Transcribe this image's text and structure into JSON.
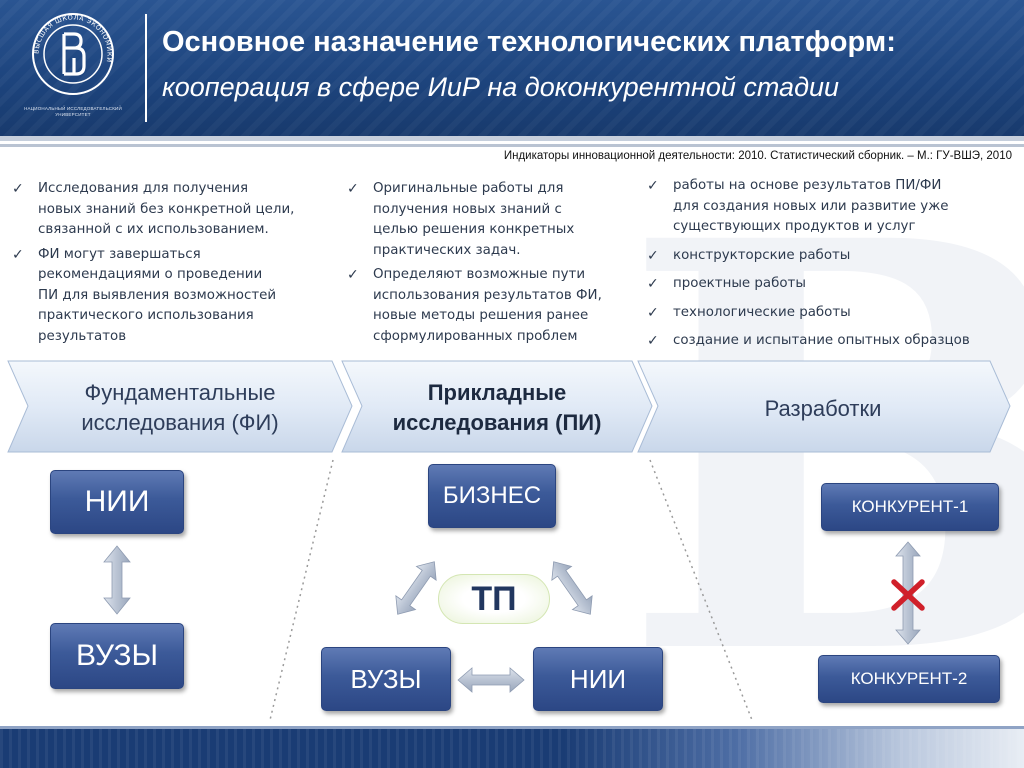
{
  "header": {
    "title_line1": "Основное назначение технологических платформ:",
    "title_line2": "кооперация в сфере ИиР на доконкурентной стадии",
    "logo_caption": "НАЦИОНАЛЬНЫЙ ИССЛЕДОВАТЕЛЬСКИЙ УНИВЕРСИТЕТ",
    "logo_ring_text": "ВЫСШАЯ ШКОЛА ЭКОНОМИКИ"
  },
  "source_note": "Индикаторы инновационной деятельности: 2010. Статистический сборник. – М.: ГУ-ВШЭ, 2010",
  "columns": {
    "fundamental": [
      "Исследования    для получения\nновых знаний без конкретной цели,\nсвязанной с их использованием.",
      "ФИ могут завершаться\nрекомендациями о проведении\nПИ для выявления возможностей\nпрактического использования\nрезультатов"
    ],
    "applied": [
      "Оригинальные работы для\nполучения новых знаний с\nцелью решения конкретных\nпрактических задач.",
      "Определяют возможные пути\nиспользования результатов ФИ,\nновые методы решения ранее\nсформулированных проблем"
    ],
    "development": [
      "работы на основе результатов ПИ/ФИ\nдля создания новых или развитие уже\nсуществующих продуктов и услуг",
      "конструкторские работы",
      "проектные работы",
      "технологические работы",
      "создание и испытание опытных образцов"
    ]
  },
  "chevrons": {
    "fundamental": "Фундаментальные\nисследования (ФИ)",
    "applied": "Прикладные\nисследования (ПИ)",
    "development": "Разработки"
  },
  "boxes": {
    "left_top": "НИИ",
    "left_bottom": "ВУЗЫ",
    "middle_top": "БИЗНЕС",
    "middle_left": "ВУЗЫ",
    "middle_right": "НИИ",
    "center": "ТП",
    "right_top": "КОНКУРЕНТ-1",
    "right_bottom": "КОНКУРЕНТ-2"
  },
  "check_symbol": "✓",
  "colors": {
    "header_blue": "#1d447d",
    "box_blue": "#3c5a99",
    "chevron_fill": "#dbe6f4",
    "cross_red": "#d0202a",
    "tp_green": "#e9f3d7"
  }
}
